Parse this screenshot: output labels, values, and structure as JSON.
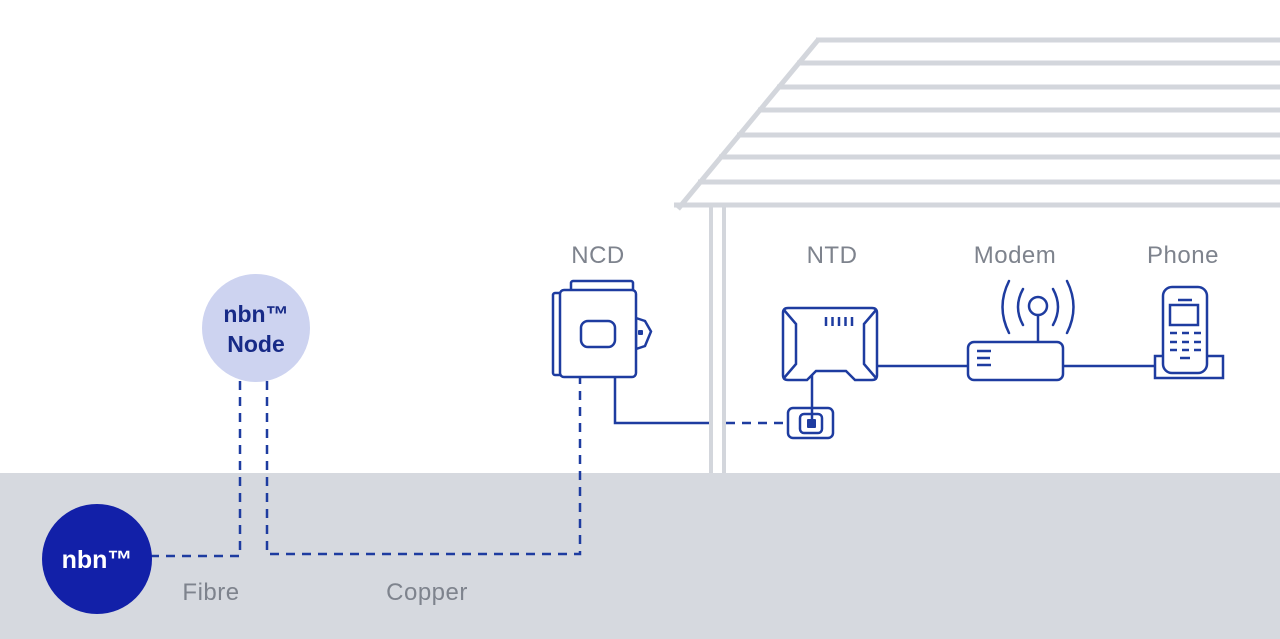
{
  "diagram": {
    "network": {
      "nbn_badge": "nbn™",
      "node_line1": "nbn™",
      "node_line2": "Node"
    },
    "cables": {
      "fibre": "Fibre",
      "copper": "Copper"
    },
    "devices": {
      "ncd": "NCD",
      "ntd": "NTD",
      "modem": "Modem",
      "phone": "Phone"
    },
    "colors": {
      "line_blue": "#1e3ca0",
      "nbn_navy": "#1220a8",
      "node_circle_fill": "#cdd3f0",
      "node_text": "#172a87",
      "structure_grey": "#d3d6dc",
      "ground_grey": "#d6d9df",
      "label_grey": "#7e838d"
    }
  }
}
